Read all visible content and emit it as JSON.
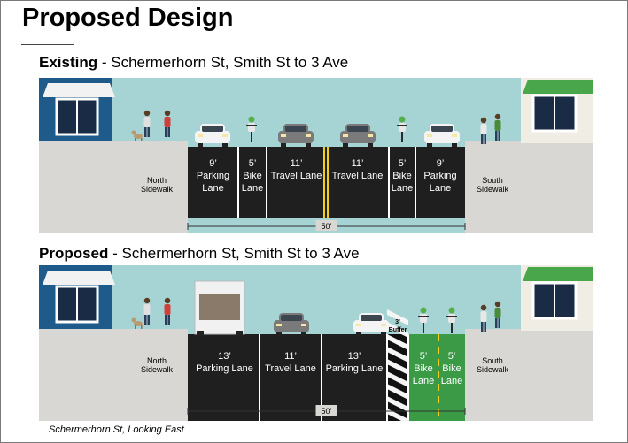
{
  "title": "Proposed Design",
  "existing": {
    "heading_bold": "Existing",
    "heading_rest": " - Schermerhorn St, Smith St to 3 Ave",
    "north_sidewalk": [
      "North",
      "Sidewalk"
    ],
    "south_sidewalk": [
      "South",
      "Sidewalk"
    ],
    "lanes": [
      {
        "width": "9’",
        "name": [
          "Parking",
          "Lane"
        ]
      },
      {
        "width": "5’",
        "name": [
          "Bike",
          "Lane"
        ]
      },
      {
        "width": "11’",
        "name": [
          "Travel Lane"
        ]
      },
      {
        "width": "11’",
        "name": [
          "Travel Lane"
        ]
      },
      {
        "width": "5’",
        "name": [
          "Bike",
          "Lane"
        ]
      },
      {
        "width": "9’",
        "name": [
          "Parking",
          "Lane"
        ]
      }
    ],
    "total_width": "50’"
  },
  "proposed": {
    "heading_bold": "Proposed",
    "heading_rest": " - Schermerhorn St, Smith St to 3 Ave",
    "north_sidewalk": [
      "North",
      "Sidewalk"
    ],
    "south_sidewalk": [
      "South",
      "Sidewalk"
    ],
    "lanes": [
      {
        "width": "13’",
        "name": [
          "Parking Lane"
        ]
      },
      {
        "width": "11’",
        "name": [
          "Travel Lane"
        ]
      },
      {
        "width": "13’",
        "name": [
          "Parking Lane"
        ]
      },
      {
        "width": "",
        "name": []
      },
      {
        "width": "5’",
        "name": [
          "Bike",
          "Lane"
        ]
      },
      {
        "width": "5’",
        "name": [
          "Bike",
          "Lane"
        ]
      }
    ],
    "buffer_label": "3’\nBuffer",
    "total_width": "50’"
  },
  "caption": "Schermerhorn St, Looking East",
  "colors": {
    "sky": "#a6d3d3",
    "sidewalk": "#d9d7d3",
    "road": "#1f1f1f",
    "bike_lane_green": "#3a9a45",
    "lane_stripe": "#ffffff",
    "center_line": "#f1cd1c",
    "building_blue": "#1e5a8a",
    "awning_green": "#4aa64b"
  }
}
